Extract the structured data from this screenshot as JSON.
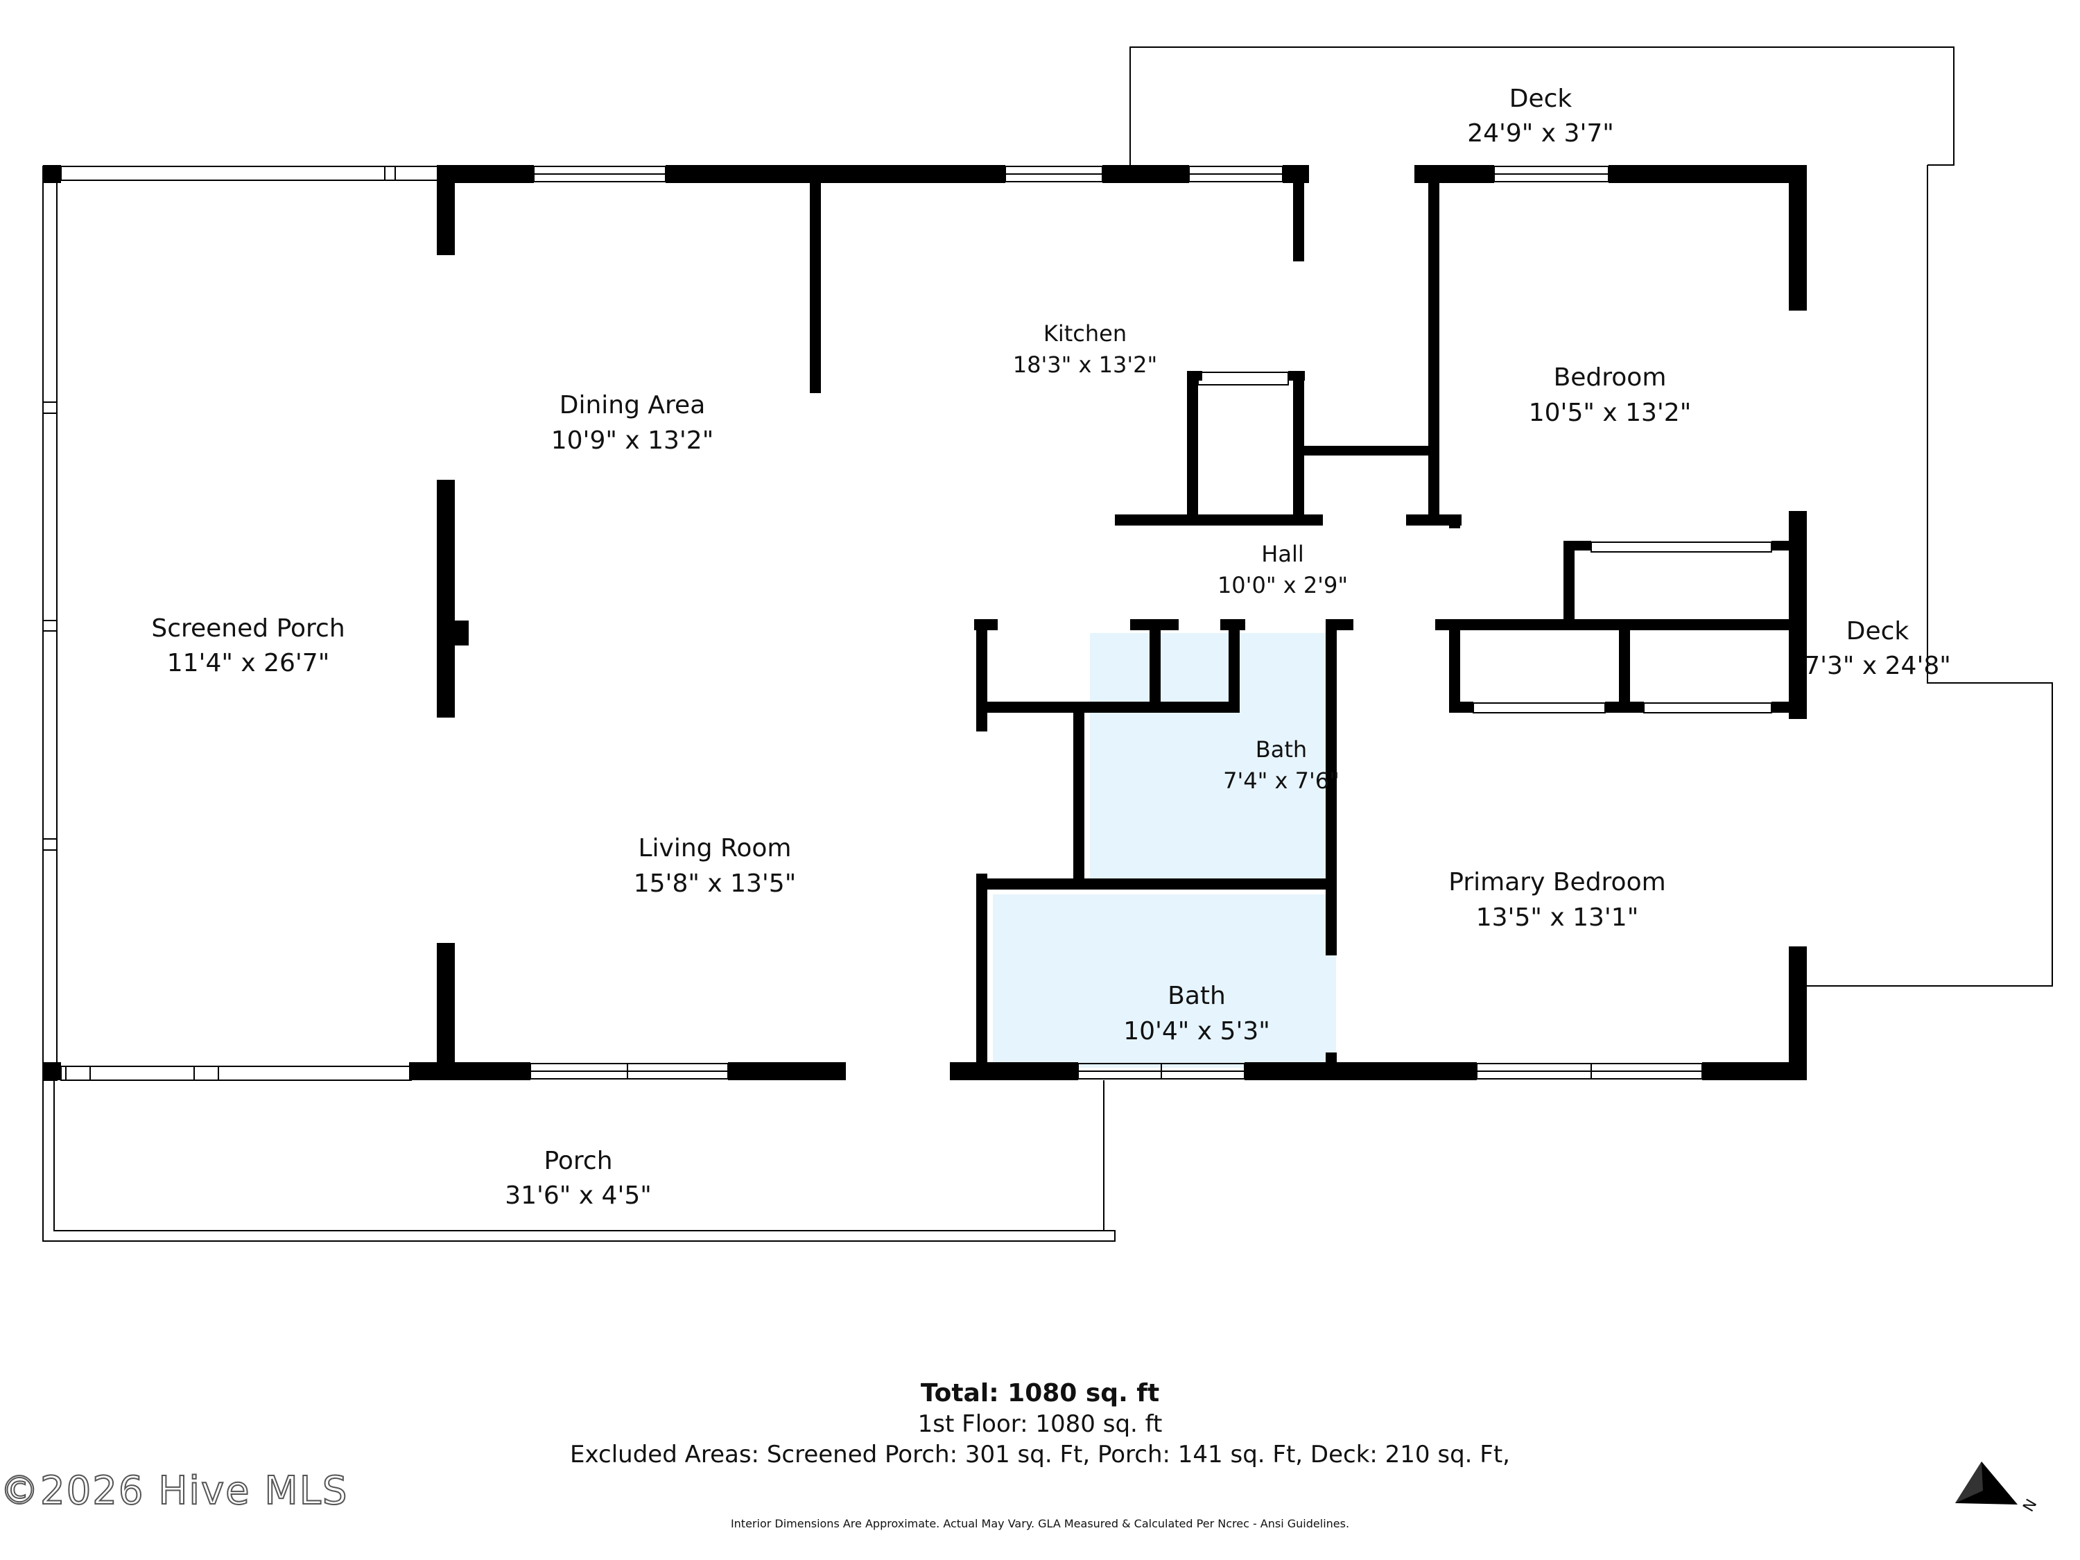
{
  "rooms": {
    "deck_top": {
      "name": "Deck",
      "dims": "24'9\" x 3'7\""
    },
    "kitchen": {
      "name": "Kitchen",
      "dims": "18'3\" x 13'2\""
    },
    "bedroom": {
      "name": "Bedroom",
      "dims": "10'5\" x 13'2\""
    },
    "dining": {
      "name": "Dining Area",
      "dims": "10'9\" x 13'2\""
    },
    "hall": {
      "name": "Hall",
      "dims": "10'0\" x 2'9\""
    },
    "screened": {
      "name": "Screened Porch",
      "dims": "11'4\" x 26'7\""
    },
    "deck_right": {
      "name": "Deck",
      "dims": "7'3\" x 24'8\""
    },
    "bath_upper": {
      "name": "Bath",
      "dims": "7'4\" x 7'6\""
    },
    "living": {
      "name": "Living Room",
      "dims": "15'8\" x 13'5\""
    },
    "primary": {
      "name": "Primary Bedroom",
      "dims": "13'5\" x 13'1\""
    },
    "bath_lower": {
      "name": "Bath",
      "dims": "10'4\" x 5'3\""
    },
    "porch": {
      "name": "Porch",
      "dims": "31'6\" x 4'5\""
    }
  },
  "colors": {
    "wall": "#000000",
    "bath_fill": "#e6f4fd",
    "outline": "#000000"
  },
  "summary": {
    "total_label": "Total:",
    "total_value": "1080 sq. ft",
    "floor_line": "1st Floor: 1080 sq. ft",
    "excluded_line": "Excluded Areas: Screened Porch: 301 sq. Ft, Porch: 141 sq. Ft, Deck: 210 sq. Ft,"
  },
  "watermark": "©2026 Hive MLS",
  "disclaimer": "Interior Dimensions Are Approximate. Actual May Vary. GLA Measured & Calculated Per Ncrec - Ansi Guidelines.",
  "compass": {
    "icon": "north-arrow-icon",
    "letter": "N"
  }
}
